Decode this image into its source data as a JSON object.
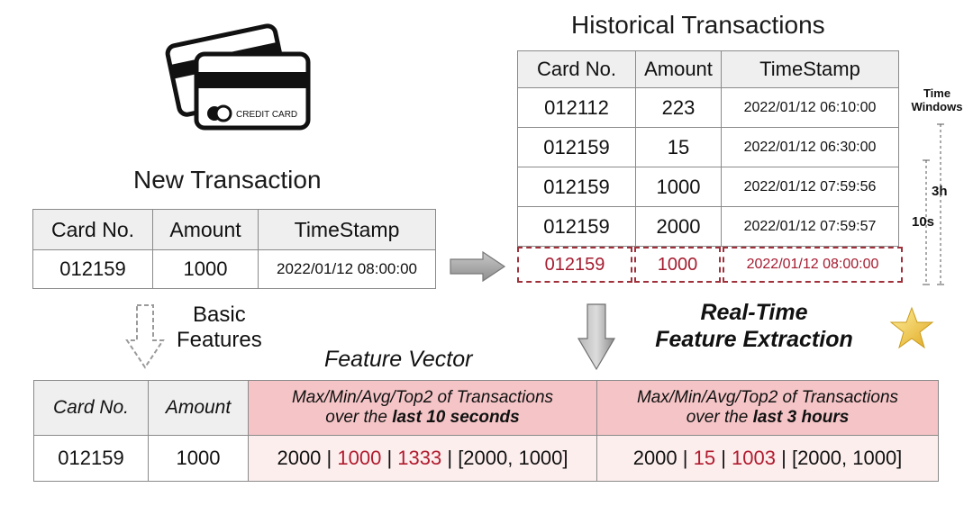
{
  "credit_card_label": "CREDIT CARD",
  "new_transaction": {
    "title": "New Transaction",
    "headers": [
      "Card No.",
      "Amount",
      "TimeStamp"
    ],
    "row": [
      "012159",
      "1000",
      "2022/01/12 08:00:00"
    ]
  },
  "historical": {
    "title": "Historical Transactions",
    "headers": [
      "Card No.",
      "Amount",
      "TimeStamp"
    ],
    "rows": [
      [
        "012112",
        "223",
        "2022/01/12 06:10:00"
      ],
      [
        "012159",
        "15",
        "2022/01/12 06:30:00"
      ],
      [
        "012159",
        "1000",
        "2022/01/12 07:59:56"
      ],
      [
        "012159",
        "2000",
        "2022/01/12 07:59:57"
      ]
    ],
    "incoming_row": [
      "012159",
      "1000",
      "2022/01/12 08:00:00"
    ]
  },
  "time_windows": {
    "label_line1": "Time",
    "label_line2": "Windows",
    "window_3h": "3h",
    "window_10s": "10s"
  },
  "basic_features": {
    "line1": "Basic",
    "line2": "Features"
  },
  "extraction": {
    "line1": "Real-Time",
    "line2": "Feature Extraction"
  },
  "feature_vector": {
    "title": "Feature Vector",
    "headers": {
      "card": "Card No.",
      "amount": "Amount",
      "win10_prefix": "Max/Min/Avg/Top2 of Transactions",
      "win10_mid": "over the ",
      "win10_bold": "last 10 seconds",
      "win3h_prefix": "Max/Min/Avg/Top2 of Transactions",
      "win3h_mid": "over the ",
      "win3h_bold": "last 3 hours"
    },
    "row": {
      "card": "012159",
      "amount": "1000",
      "win10": {
        "max": "2000",
        "min": "1000",
        "avg": "1333",
        "top2": "[2000, 1000]"
      },
      "win3h": {
        "max": "2000",
        "min": "15",
        "avg": "1003",
        "top2": "[2000, 1000]"
      },
      "separator": " | "
    }
  },
  "colors": {
    "accent_red": "#b01c2e",
    "header_pink": "#f4c4c6",
    "star": "#f5c542"
  },
  "icons": [
    "credit-card-icon",
    "dashed-down-arrow-icon",
    "right-arrow-icon",
    "down-arrow-icon",
    "star-icon"
  ]
}
